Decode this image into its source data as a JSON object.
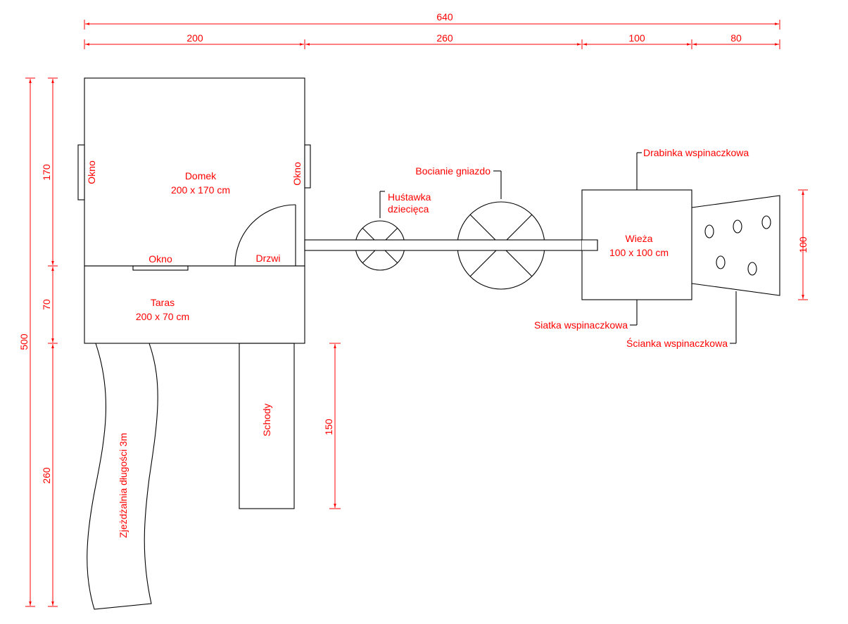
{
  "colors": {
    "annotation": "#ff0000",
    "object": "#000000",
    "background": "#ffffff"
  },
  "dimensions": {
    "top_total": "640",
    "top_domek": "200",
    "top_bridge": "260",
    "top_wieza": "100",
    "top_scianka": "80",
    "left_total": "500",
    "left_domek": "170",
    "left_taras": "70",
    "left_zjezdzalnia": "260",
    "schody_length": "150",
    "scianka_height": "100"
  },
  "labels": {
    "okno_left": "Okno",
    "okno_right": "Okno",
    "okno_bottom": "Okno",
    "domek_title": "Domek",
    "domek_size": "200 x 170 cm",
    "drzwi": "Drzwi",
    "taras_title": "Taras",
    "taras_size": "200 x 70 cm",
    "schody": "Schody",
    "zjezdzalnia": "Zjeżdżalnia długości 3m",
    "hustawka_line1": "Huśtawka",
    "hustawka_line2": "dziecięca",
    "bocianie": "Bocianie gniazdo",
    "drabinka": "Drabinka wspinaczkowa",
    "wieza_title": "Wieża",
    "wieza_size": "100 x 100 cm",
    "siatka": "Siatka wspinaczkowa",
    "scianka": "Ścianka wspinaczkowa"
  }
}
